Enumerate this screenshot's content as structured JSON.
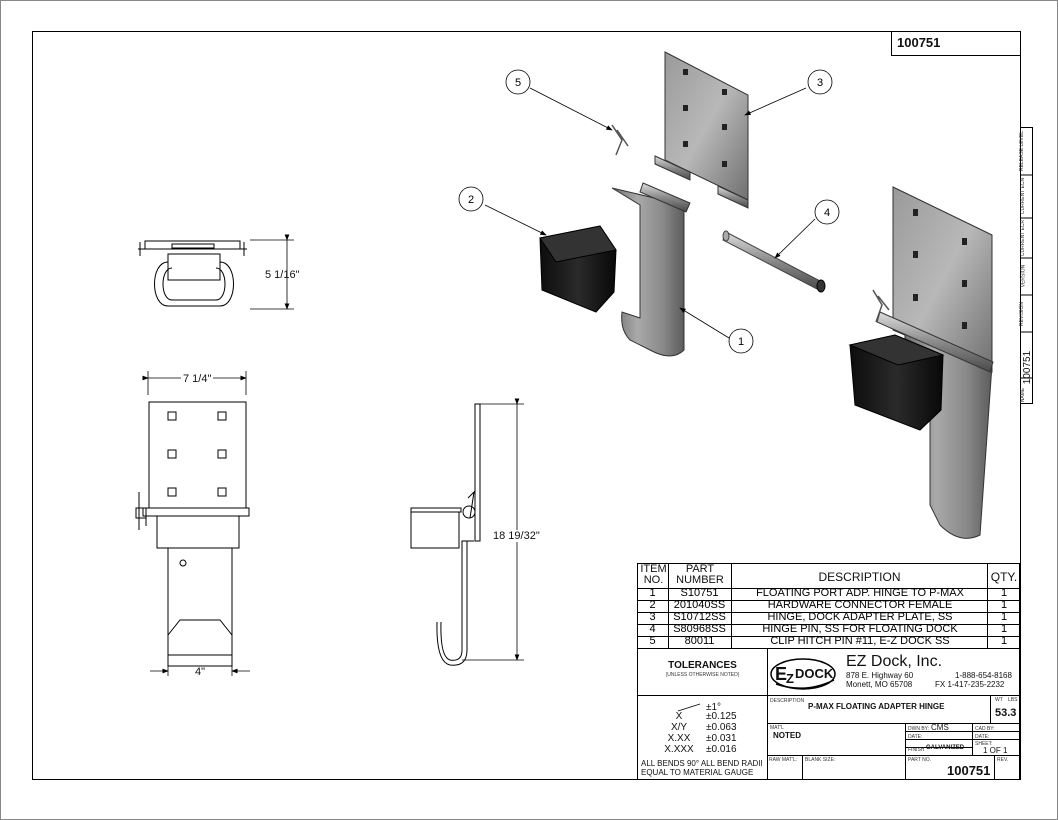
{
  "drawing_number": "100751",
  "side_tabs": {
    "release_level": "RELEASE LEVEL",
    "current_ecn": "CURRENT ECN",
    "current_ecr": "CURRENT ECR",
    "version": "VERSION",
    "revision": "REVISION",
    "name_label": "NAME",
    "name_value": "100751"
  },
  "balloons": [
    {
      "n": "1"
    },
    {
      "n": "2"
    },
    {
      "n": "3"
    },
    {
      "n": "4"
    },
    {
      "n": "5"
    }
  ],
  "dimensions": {
    "top_height": "5 1/16\"",
    "front_width": "7 1/4\"",
    "bottom_width": "4\"",
    "side_height": "18 19/32\""
  },
  "bom": {
    "headers": {
      "item": "ITEM\nNO.",
      "part": "PART\nNUMBER",
      "desc": "DESCRIPTION",
      "qty": "QTY."
    },
    "rows": [
      {
        "item": "1",
        "part": "S10751",
        "desc": "FLOATING PORT ADP. HINGE TO P-MAX",
        "qty": "1"
      },
      {
        "item": "2",
        "part": "201040SS",
        "desc": "HARDWARE CONNECTOR FEMALE",
        "qty": "1"
      },
      {
        "item": "3",
        "part": "S10712SS",
        "desc": "HINGE, DOCK ADAPTER PLATE, SS",
        "qty": "1"
      },
      {
        "item": "4",
        "part": "S80968SS",
        "desc": "HINGE PIN, SS FOR FLOATING DOCK",
        "qty": "1"
      },
      {
        "item": "5",
        "part": "80011",
        "desc": "CLIP HITCH PIN #11, E-Z DOCK SS",
        "qty": "1"
      }
    ]
  },
  "tolerances": {
    "title": "TOLERANCES",
    "subtitle": "(UNLESS OTHERWISE NOTED)",
    "angle": "±1°",
    "rows": [
      {
        "label": "X",
        "value": "±0.125"
      },
      {
        "label": "X/Y",
        "value": "±0.063"
      },
      {
        "label": "X.XX",
        "value": "±0.031"
      },
      {
        "label": "X.XXX",
        "value": "±0.016"
      }
    ],
    "note_line1": "ALL BENDS 90°   ALL BEND RADII",
    "note_line2": "EQUAL TO MATERIAL GAUGE"
  },
  "company": {
    "logo_e": "E",
    "logo_z": "Z",
    "logo_dock": "DOCK",
    "name": "EZ Dock, Inc.",
    "addr1": "878 E. Highway 60",
    "phone": "1-888-654-8168",
    "addr2": "Monett, MO 65708",
    "fax": "FX  1-417-235-2232"
  },
  "title_block": {
    "desc_label": "DESCRIPTION",
    "description": "P-MAX FLOATING ADAPTER HINGE",
    "wt_label": "WT",
    "lbs_label": "LBS",
    "weight": "53.3",
    "matl_label": "MAT'L",
    "material": "NOTED",
    "dwn_label": "DWN BY:",
    "dwn_by": "CMS",
    "date_label1": "DATE:",
    "cad_label": "CAD BY:",
    "date_label2": "DATE:",
    "finish_label": "FINISH",
    "finish": "GALVANIZED",
    "sheet_label": "SHEET:",
    "sheet": "1 OF 1",
    "raw_label": "RAW MAT'L:",
    "blank_label": "BLANK SIZE:",
    "partno_label": "PART NO.",
    "part_no": "100751",
    "rev_label": "REV."
  }
}
